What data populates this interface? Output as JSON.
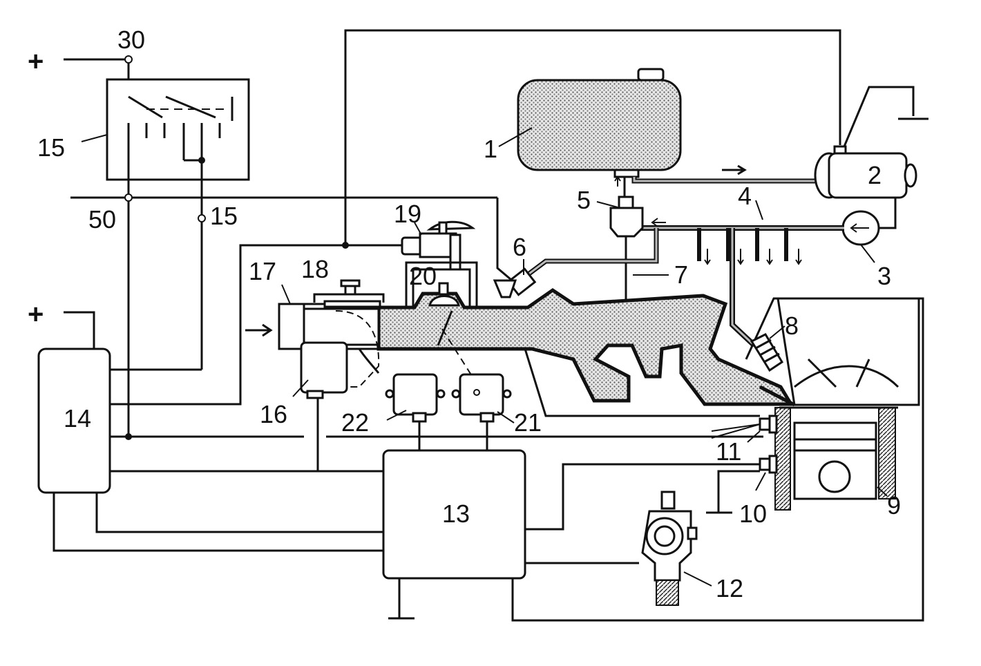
{
  "labels": {
    "n1": "1",
    "n2": "2",
    "n3": "3",
    "n4": "4",
    "n5": "5",
    "n6": "6",
    "n7": "7",
    "n8": "8",
    "n9": "9",
    "n10": "10",
    "n11": "11",
    "n12": "12",
    "n13": "13",
    "n14": "14",
    "n15": "15",
    "n16": "16",
    "n17": "17",
    "n18": "18",
    "n19": "19",
    "n20": "20",
    "n21": "21",
    "n22": "22"
  },
  "terminals": {
    "t30": "30",
    "t50": "50",
    "t15": "15"
  },
  "signs": {
    "plus_top": "+",
    "plus_left": "+"
  },
  "colors": {
    "line": "#111111",
    "fill": "#ffffff",
    "stipple": "#9a9a9a"
  }
}
